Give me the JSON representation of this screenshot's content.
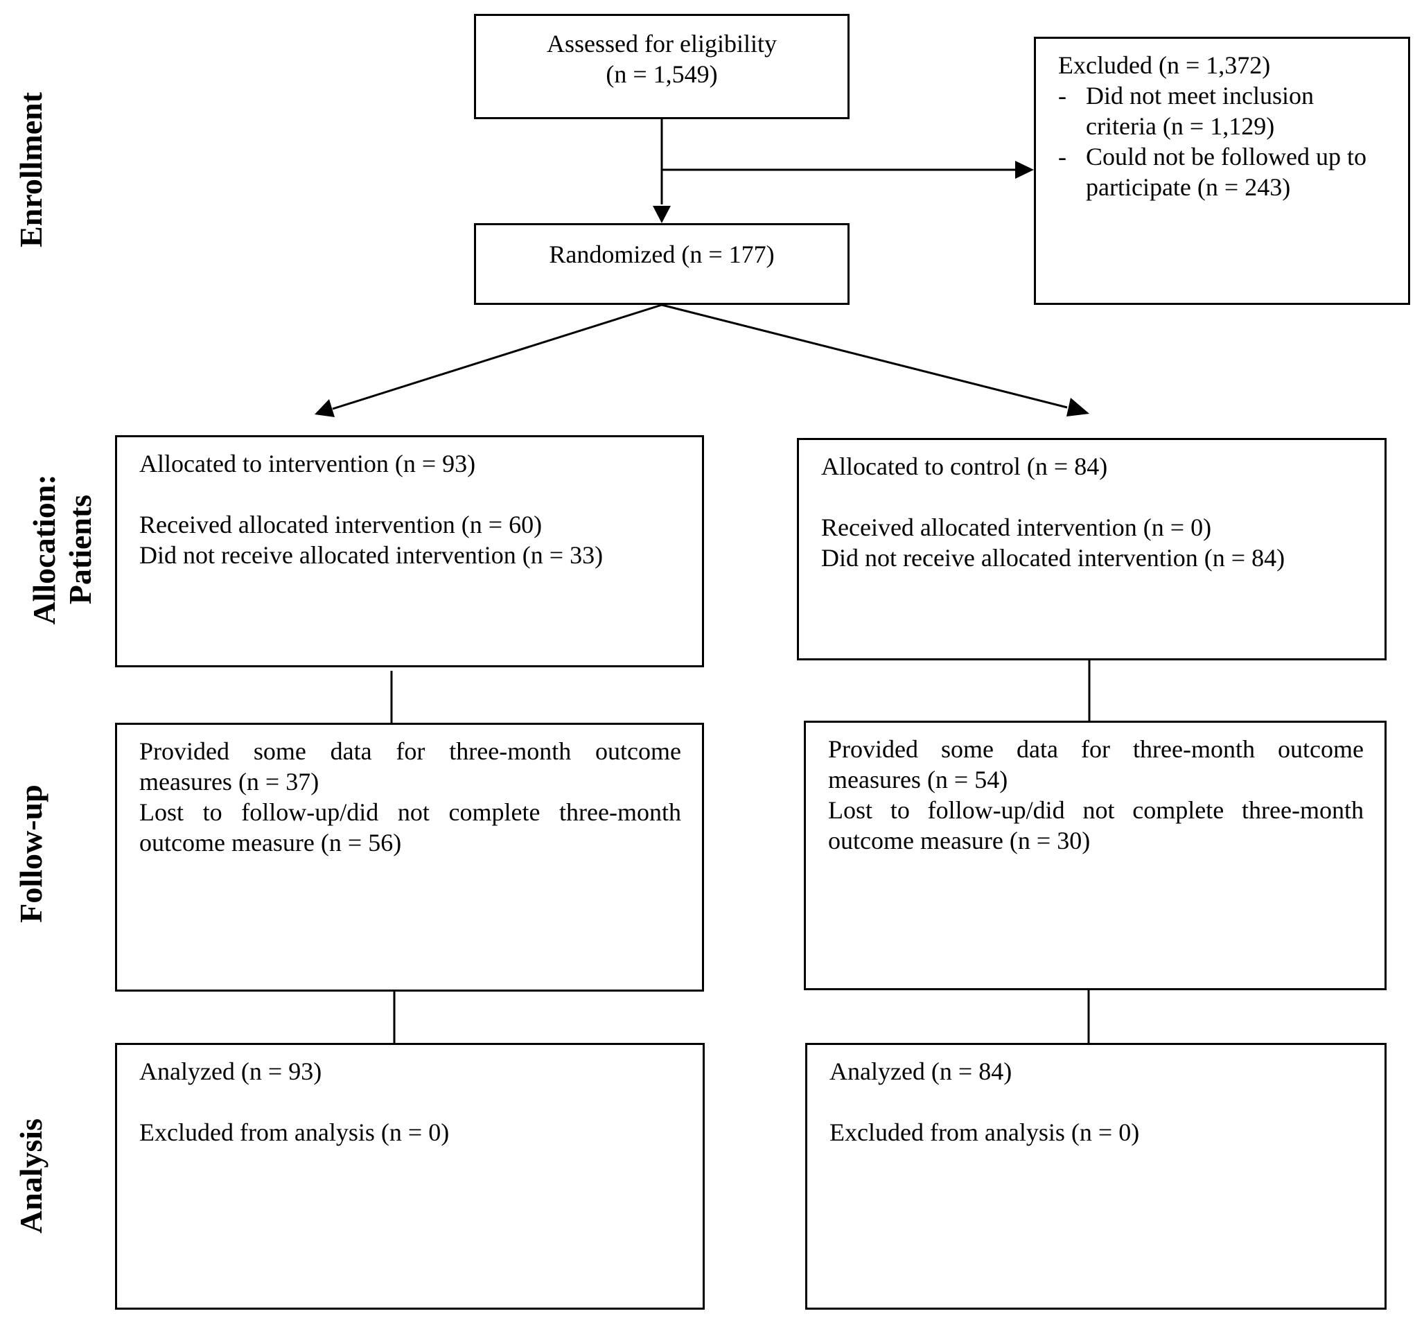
{
  "phases": {
    "enrollment": "Enrollment",
    "allocation_line1": "Allocation:",
    "allocation_line2": "Patients",
    "followup": "Follow-up",
    "analysis": "Analysis"
  },
  "assessed": {
    "line1": "Assessed for eligibility",
    "line2": "(n = 1,549)"
  },
  "excluded": {
    "title": "Excluded (n = 1,372)",
    "items": [
      {
        "dash": "-",
        "line1": "Did not meet inclusion",
        "line2": "criteria (n = 1,129)"
      },
      {
        "dash": "-",
        "line1": "Could not be followed up to",
        "line2": "participate (n = 243)"
      }
    ]
  },
  "randomized": "Randomized (n = 177)",
  "allocation": {
    "intervention": {
      "title": "Allocated to intervention (n = 93)",
      "received": "Received allocated intervention (n = 60)",
      "not_received": "Did not receive allocated intervention (n = 33)"
    },
    "control": {
      "title": "Allocated to control (n = 84)",
      "received": "Received allocated intervention (n = 0)",
      "not_received": "Did not receive allocated intervention (n = 84)"
    }
  },
  "followup": {
    "intervention": {
      "line1": "Provided some data for three-month outcome",
      "line2": "measures (n = 37)",
      "line3": "Lost to follow-up/did not complete three-month",
      "line4": "outcome measure (n = 56)"
    },
    "control": {
      "line1": "Provided some data for three-month outcome",
      "line2": "measures (n = 54)",
      "line3": "Lost to follow-up/did not complete three-month",
      "line4": "outcome measure (n = 30)"
    }
  },
  "analysis": {
    "intervention": {
      "analyzed": "Analyzed (n = 93)",
      "excluded": "Excluded from analysis (n = 0)"
    },
    "control": {
      "analyzed": "Analyzed (n = 84)",
      "excluded": "Excluded from analysis (n = 0)"
    }
  }
}
